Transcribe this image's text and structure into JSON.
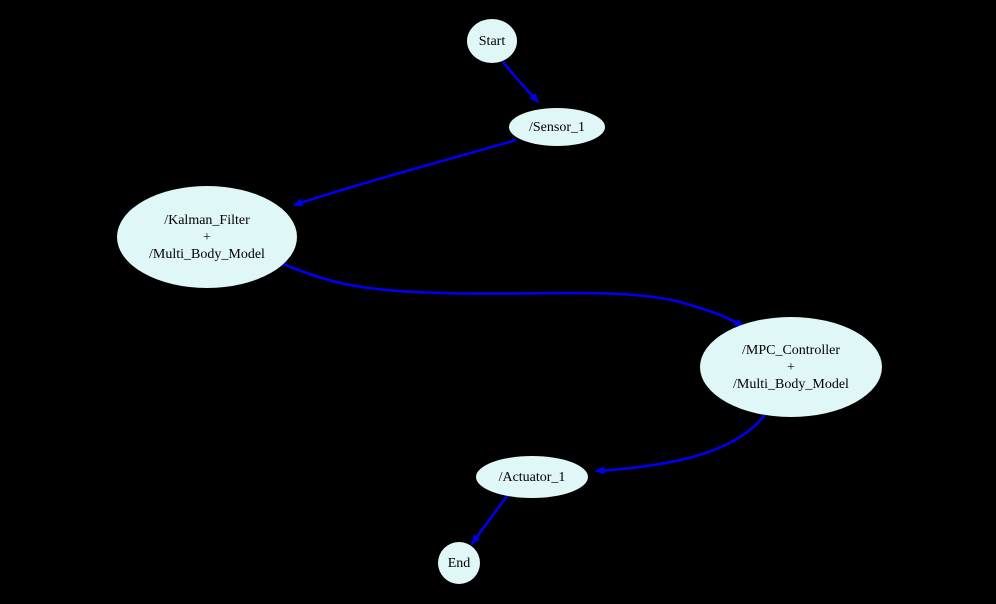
{
  "diagram": {
    "colors": {
      "background": "#000000",
      "node_fill": "#e0f7f7",
      "edge": "#0000ee",
      "text": "#000000"
    },
    "nodes": {
      "start": {
        "label": "Start"
      },
      "sensor1": {
        "label": "/Sensor_1"
      },
      "kalman": {
        "line1": "/Kalman_Filter",
        "line2": "+",
        "line3": "/Multi_Body_Model"
      },
      "mpc": {
        "line1": "/MPC_Controller",
        "line2": "+",
        "line3": "/Multi_Body_Model"
      },
      "actuator1": {
        "label": "/Actuator_1"
      },
      "end": {
        "label": "End"
      }
    },
    "edges": [
      {
        "from": "Start",
        "to": "/Sensor_1"
      },
      {
        "from": "/Sensor_1",
        "to": "/Kalman_Filter + /Multi_Body_Model"
      },
      {
        "from": "/Kalman_Filter + /Multi_Body_Model",
        "to": "/MPC_Controller + /Multi_Body_Model"
      },
      {
        "from": "/MPC_Controller + /Multi_Body_Model",
        "to": "/Actuator_1"
      },
      {
        "from": "/Actuator_1",
        "to": "End"
      }
    ]
  }
}
